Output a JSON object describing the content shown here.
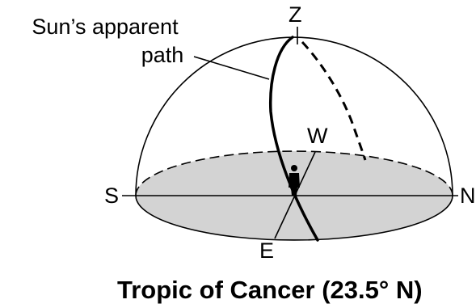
{
  "diagram": {
    "title": "Tropic of Cancer (23.5° N)",
    "path_label_line1": "Sun’s apparent",
    "path_label_line2": "path",
    "labels": {
      "zenith": "Z",
      "west": "W",
      "south": "S",
      "north": "N",
      "east": "E"
    },
    "colors": {
      "ground_fill": "#d3d3d3",
      "stroke": "#000000"
    }
  }
}
